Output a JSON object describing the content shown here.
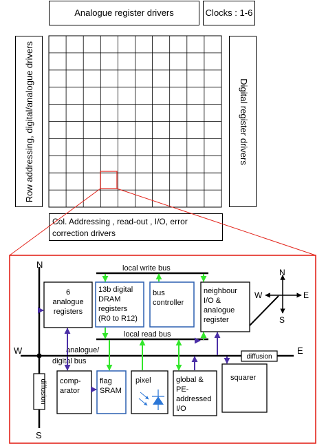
{
  "top": {
    "analogue_register_drivers": "Analogue register drivers",
    "clocks": "Clocks : 1-6",
    "row_addressing": "Row addressing, digital/analogue drivers",
    "digital_register_drivers": "Digital register drivers",
    "col_addressing_line1": "Col. Addressing , read-out , I/O, error",
    "col_addressing_line2": "correction drivers",
    "grid_rows": 10,
    "grid_cols": 10
  },
  "pe": {
    "compass_main": {
      "n": "N",
      "s": "S",
      "w": "W",
      "e": "E"
    },
    "compass_small": {
      "n": "N",
      "s": "S",
      "w": "W",
      "e": "E"
    },
    "local_write_bus": "local write bus",
    "local_read_bus": "local read bus",
    "analogue_digital_bus_line1": "analogue/",
    "analogue_digital_bus_line2": "digital bus",
    "diffusion_horizontal": "diffusion",
    "diffusion_vertical": "diffusion",
    "analogue_registers": [
      "6",
      "analogue",
      "registers"
    ],
    "dram_registers": [
      "13b digital",
      "DRAM",
      "registers",
      "(R0 to R12)"
    ],
    "bus_controller": [
      "bus",
      "controller"
    ],
    "neighbour_io": [
      "neighbour",
      "I/O &",
      "analogue",
      "register"
    ],
    "comparator": [
      "comp-",
      "arator"
    ],
    "flag_sram": [
      "flag",
      "SRAM"
    ],
    "pixel": "pixel",
    "global_io": [
      "global &",
      "PE-",
      "addressed",
      "I/O"
    ],
    "squarer": "squarer"
  },
  "colors": {
    "highlight_red": "#e3251c",
    "purple_arrow": "#4b2fa6",
    "green_arrow": "#33e62b",
    "blue_box": "#2a5fb0",
    "photodiode_blue": "#2b76d6"
  }
}
